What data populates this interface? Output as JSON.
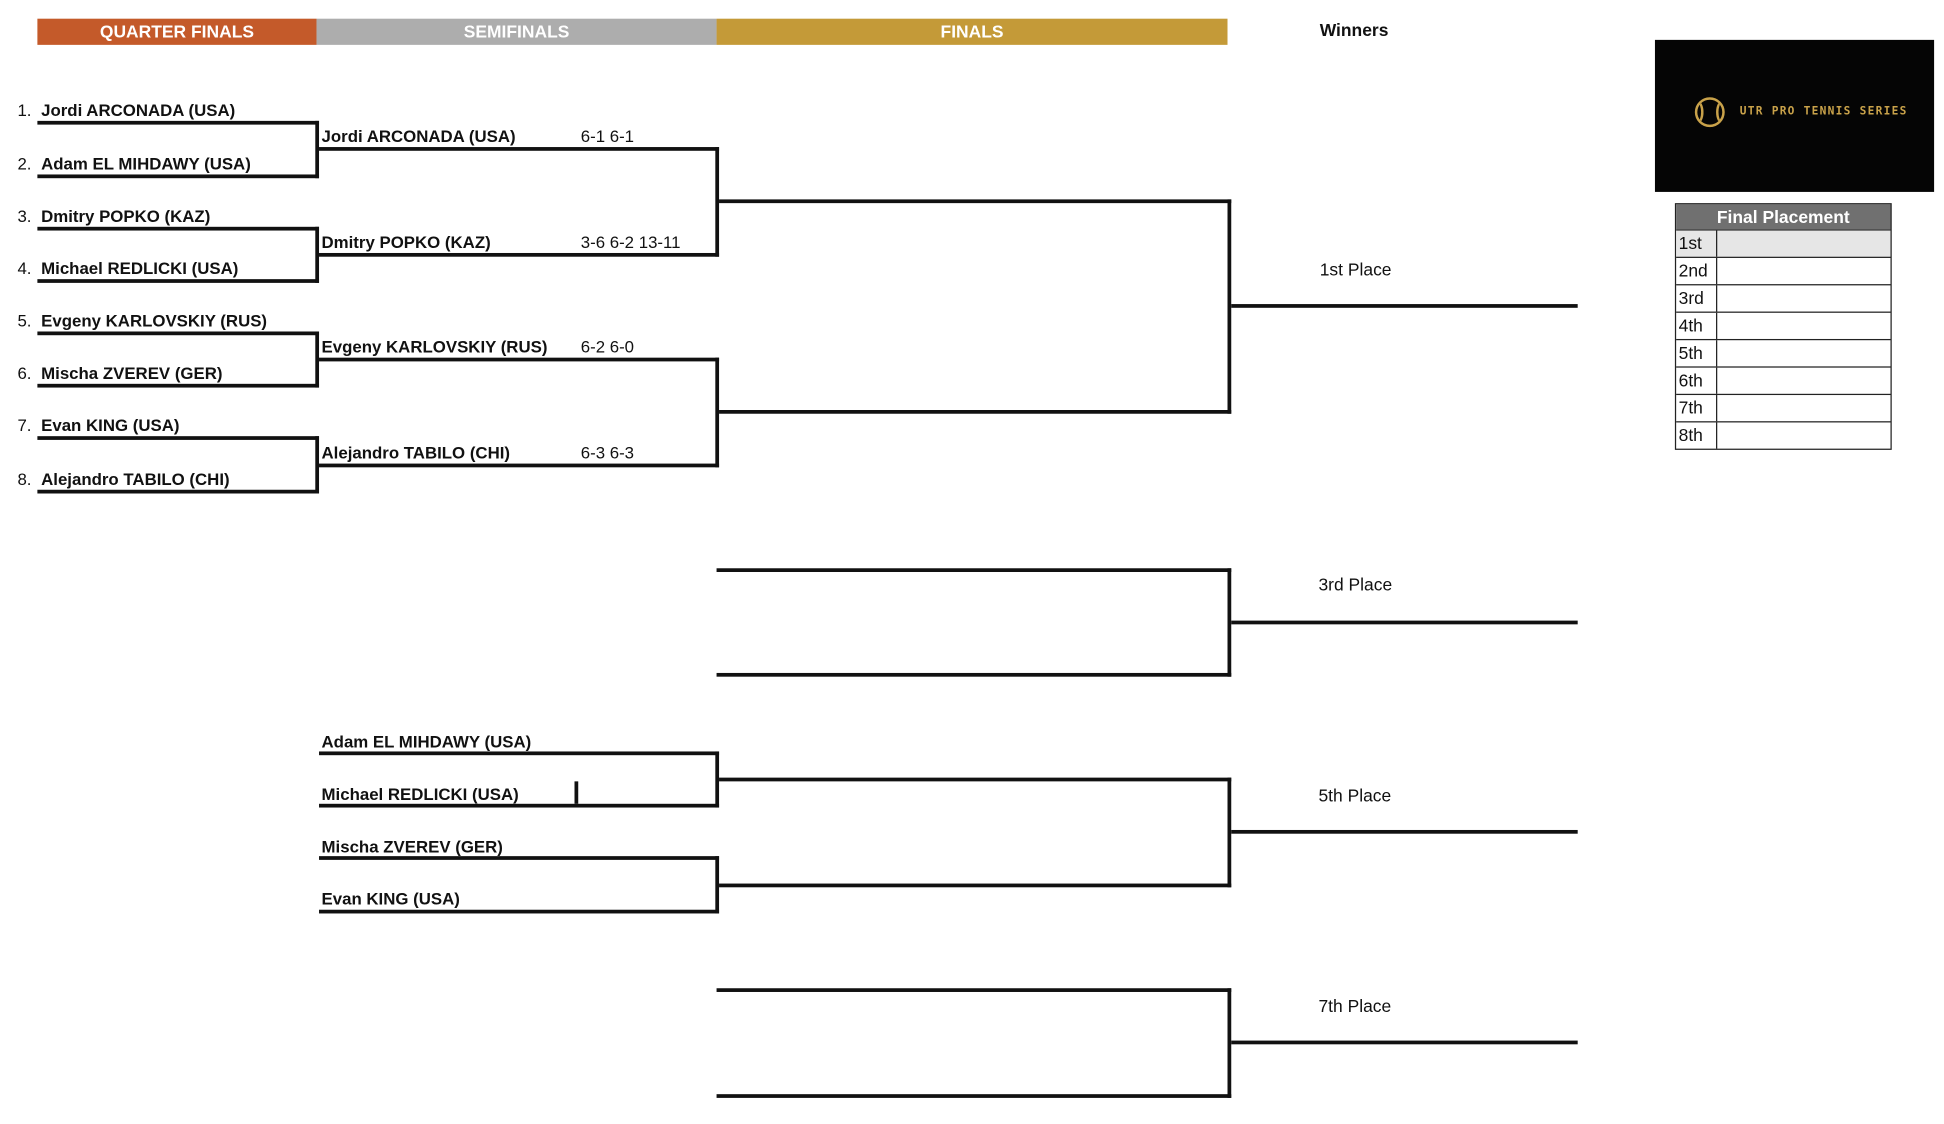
{
  "headers": {
    "quarter_finals": "QUARTER FINALS",
    "semifinals": "SEMIFINALS",
    "finals": "FINALS",
    "winners": "Winners"
  },
  "quarter_finals": [
    {
      "seed": "1.",
      "name": "Jordi ARCONADA (USA)"
    },
    {
      "seed": "2.",
      "name": "Adam EL MIHDAWY (USA)"
    },
    {
      "seed": "3.",
      "name": "Dmitry POPKO (KAZ)"
    },
    {
      "seed": "4.",
      "name": "Michael REDLICKI (USA)"
    },
    {
      "seed": "5.",
      "name": "Evgeny KARLOVSKIY (RUS)"
    },
    {
      "seed": "6.",
      "name": "Mischa ZVEREV (GER)"
    },
    {
      "seed": "7.",
      "name": "Evan KING (USA)"
    },
    {
      "seed": "8.",
      "name": "Alejandro TABILO (CHI)"
    }
  ],
  "semifinals": [
    {
      "name": "Jordi ARCONADA (USA)",
      "score": "6-1 6-1"
    },
    {
      "name": "Dmitry POPKO (KAZ)",
      "score": "3-6 6-2 13-11"
    },
    {
      "name": "Evgeny KARLOVSKIY (RUS)",
      "score": "6-2 6-0"
    },
    {
      "name": "Alejandro TABILO (CHI)",
      "score": "6-3 6-3"
    }
  ],
  "consolation": [
    {
      "name": "Adam EL MIHDAWY (USA)"
    },
    {
      "name": "Michael REDLICKI (USA)"
    },
    {
      "name": "Mischa ZVEREV (GER)"
    },
    {
      "name": "Evan KING (USA)"
    }
  ],
  "places": {
    "first": "1st Place",
    "third": "3rd Place",
    "fifth": "5th Place",
    "seventh": "7th Place"
  },
  "logo": {
    "text": "UTR PRO TENNIS SERIES",
    "accent_color": "#c9a24a"
  },
  "final_placement": {
    "title": "Final Placement",
    "rows": [
      "1st",
      "2nd",
      "3rd",
      "4th",
      "5th",
      "6th",
      "7th",
      "8th"
    ]
  },
  "colors": {
    "quarter_finals": "#c45a2a",
    "semifinals": "#adadad",
    "finals": "#c49a38"
  }
}
